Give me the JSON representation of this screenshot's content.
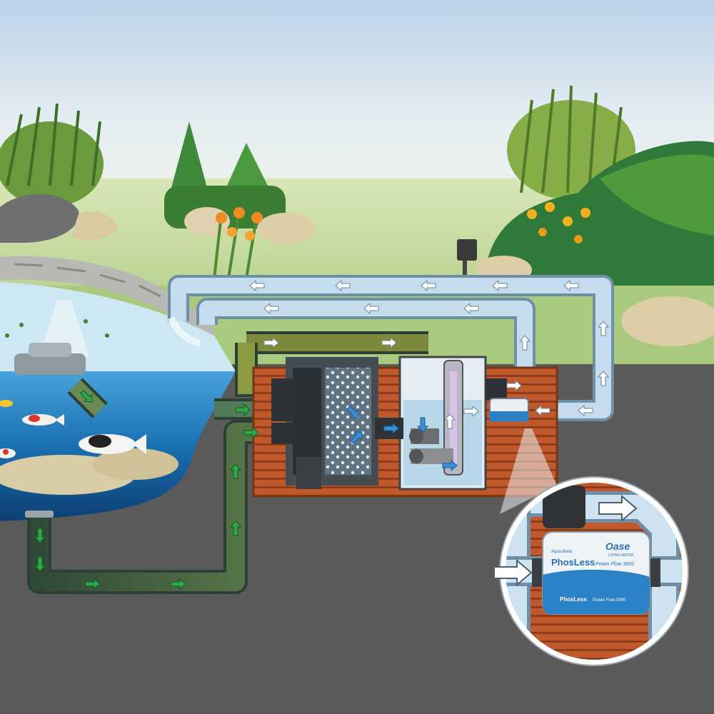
{
  "diagram": {
    "flow": [
      "pond",
      "pond-pump",
      "pressure-filter",
      "filter-chamber",
      "pump",
      "uv-clarifier",
      "phosless-unit",
      "return-pipe",
      "pond"
    ],
    "device": {
      "brand": "Oase",
      "brand_sub": "LIVING WATER",
      "top_line": "Aqua Bella",
      "product": "PhosLess",
      "model": "Power Flow 3000",
      "bottom_product": "PhosLess",
      "bottom_model": "Power Flow 3000"
    },
    "colors": {
      "sky_top": "#c9dcef",
      "lawn": "#bcd594",
      "soil": "#585858",
      "water": "#1b74b5",
      "deck": "#c0552c",
      "pipe": "#c4dced",
      "dirty_pipe": "#3b5a43",
      "arrow_green": "#2fa84a"
    },
    "icons": [
      "arrow-icon",
      "fish-icon",
      "fountain-icon",
      "uv-lamp-icon",
      "garden-light-icon"
    ]
  }
}
